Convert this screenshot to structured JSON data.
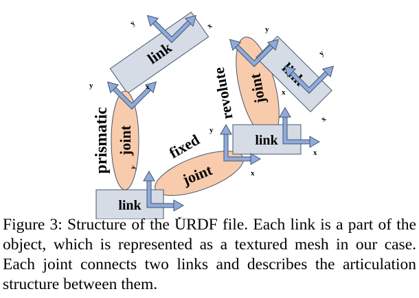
{
  "figure": {
    "links": [
      {
        "id": "link-top-left",
        "label": "link"
      },
      {
        "id": "link-top-right",
        "label": "link"
      },
      {
        "id": "link-middle-right",
        "label": "link"
      },
      {
        "id": "link-bottom-left",
        "label": "link"
      }
    ],
    "joints": [
      {
        "id": "joint-prismatic",
        "label": "joint",
        "type_label": "prismatic"
      },
      {
        "id": "joint-fixed",
        "label": "joint",
        "type_label": "fixed"
      },
      {
        "id": "joint-revolute",
        "label": "joint",
        "type_label": "revolute"
      }
    ],
    "axis_labels": {
      "x": "x",
      "y": "y"
    }
  },
  "caption": {
    "text": "Figure 3: Structure of the URDF file.  Each link is a part of the object, which is represented as a textured mesh in our case. Each joint connects two links and describes the articulation structure between them."
  }
}
